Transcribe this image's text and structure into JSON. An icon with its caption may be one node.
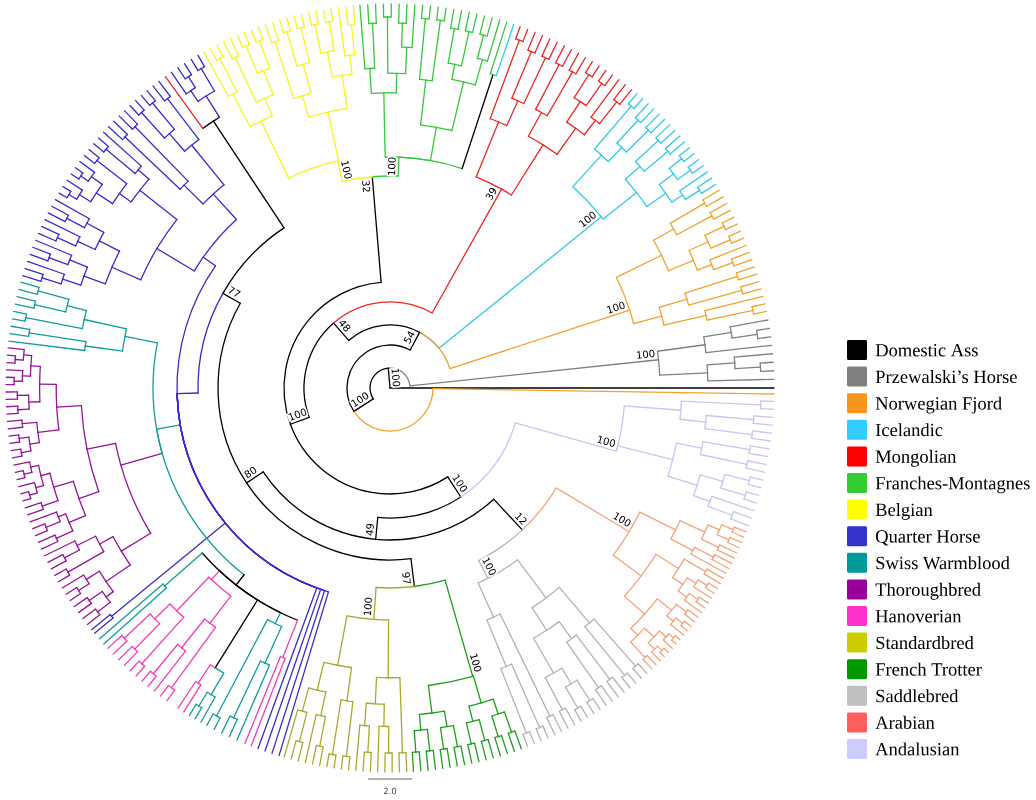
{
  "diagram": {
    "labels": [
      "100",
      "100",
      "32",
      "39",
      "100",
      "77",
      "100",
      "48",
      "54",
      "100",
      "100",
      "100",
      "100",
      "100",
      "80",
      "100",
      "12",
      "100",
      "49",
      "100",
      "97",
      "100",
      "100",
      "2.0"
    ],
    "legend": [
      {
        "text": "Domestic Ass",
        "color": "#000000"
      },
      {
        "text": "Przewalski’s Horse",
        "color": "#808080"
      },
      {
        "text": "Norwegian Fjord",
        "color": "#f7941d"
      },
      {
        "text": "Icelandic",
        "color": "#33ccff"
      },
      {
        "text": "Mongolian",
        "color": "#ff0000"
      },
      {
        "text": "Franches-Montagnes",
        "color": "#33cc33"
      },
      {
        "text": "Belgian",
        "color": "#ffff00"
      },
      {
        "text": "Quarter Horse",
        "color": "#3333cc"
      },
      {
        "text": "Swiss Warmblood",
        "color": "#009999"
      },
      {
        "text": "Thoroughbred",
        "color": "#990099"
      },
      {
        "text": "Hanoverian",
        "color": "#ff33cc"
      },
      {
        "text": "Standardbred",
        "color": "#cccc00"
      },
      {
        "text": "French Trotter",
        "color": "#009900"
      },
      {
        "text": "Saddlebred",
        "color": "#c0c0c0"
      },
      {
        "text": "Arabian",
        "color": "#ff5f5f"
      },
      {
        "text": "Andalusian",
        "color": "#ccccff"
      }
    ]
  }
}
